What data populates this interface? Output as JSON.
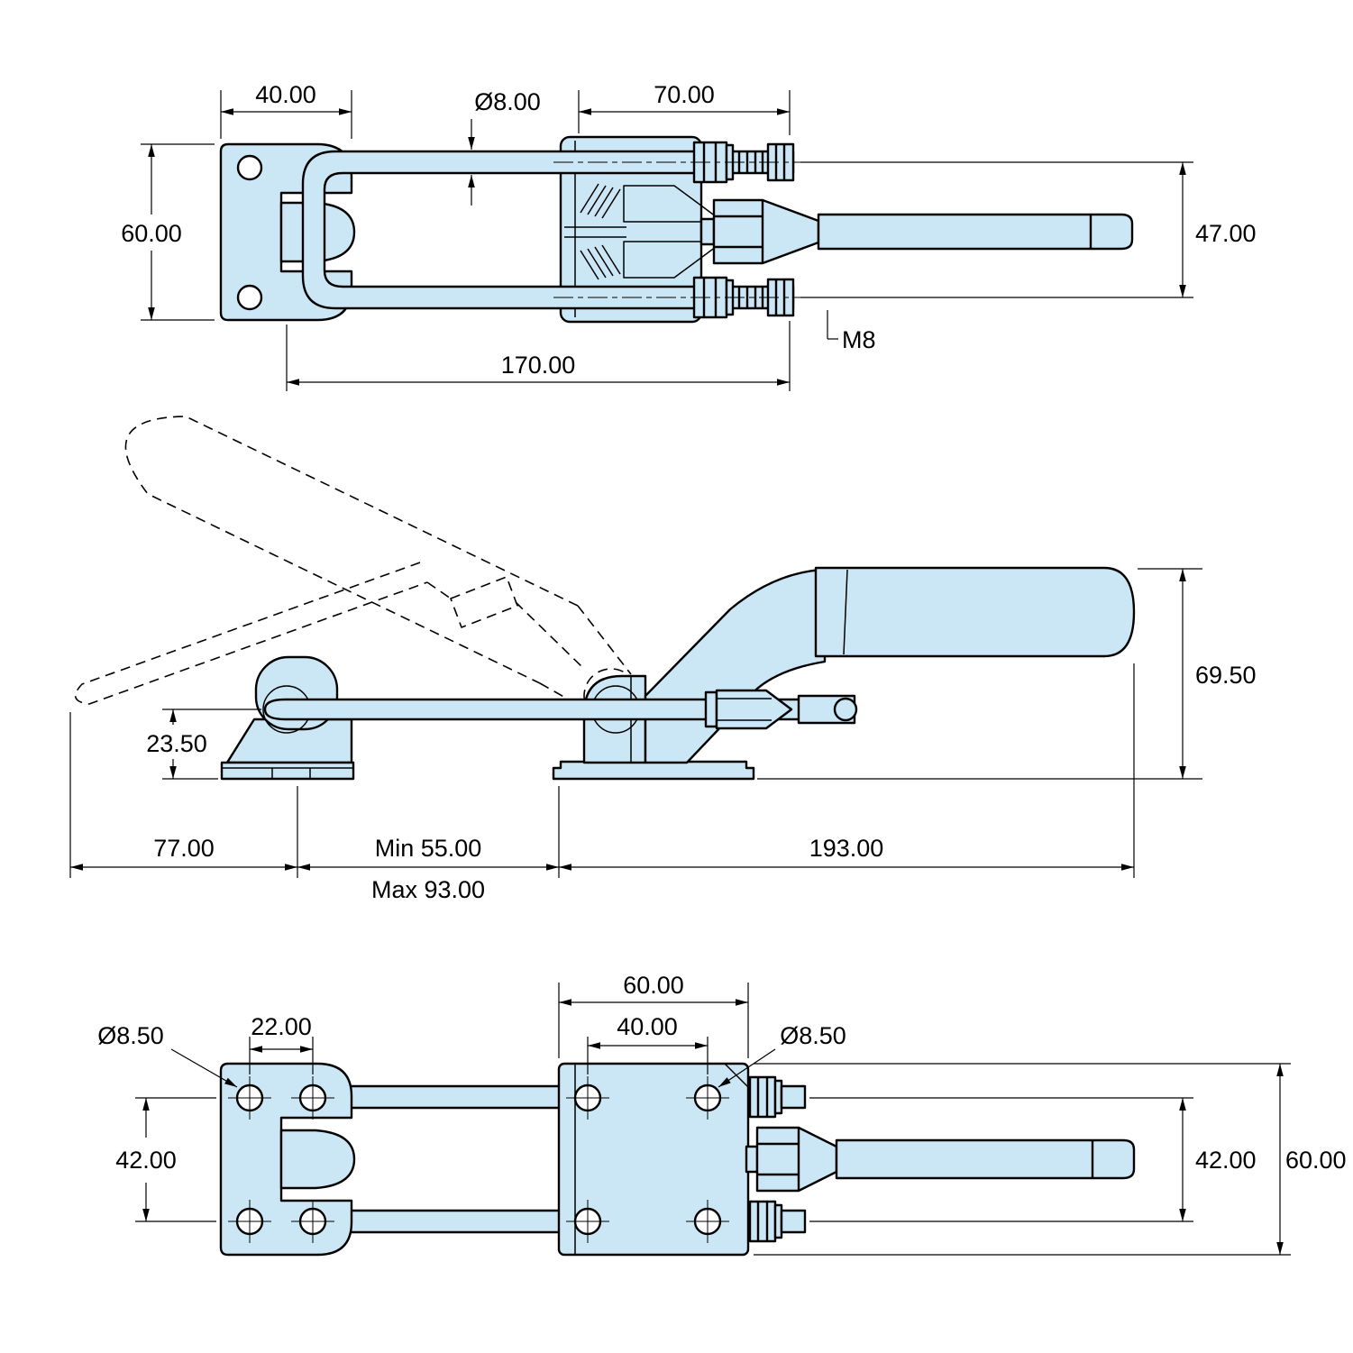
{
  "colors": {
    "part_fill": "#cbe7f5",
    "line": "#000000",
    "background": "#ffffff"
  },
  "views": {
    "top": {
      "dims": {
        "d40": "40.00",
        "d8": "Ø8.00",
        "d70": "70.00",
        "d60": "60.00",
        "d47": "47.00",
        "d170": "170.00",
        "m8": "M8"
      }
    },
    "side": {
      "dims": {
        "d23_5": "23.50",
        "d77": "77.00",
        "dmin": "Min 55.00",
        "dmax": "Max 93.00",
        "d193": "193.00",
        "d69_5": "69.50"
      }
    },
    "bottom": {
      "dims": {
        "d60_top": "60.00",
        "d40": "40.00",
        "d8_5_left": "Ø8.50",
        "d22": "22.00",
        "d8_5_right": "Ø8.50",
        "d42_left": "42.00",
        "d42_right": "42.00",
        "d60_right": "60.00"
      }
    }
  }
}
